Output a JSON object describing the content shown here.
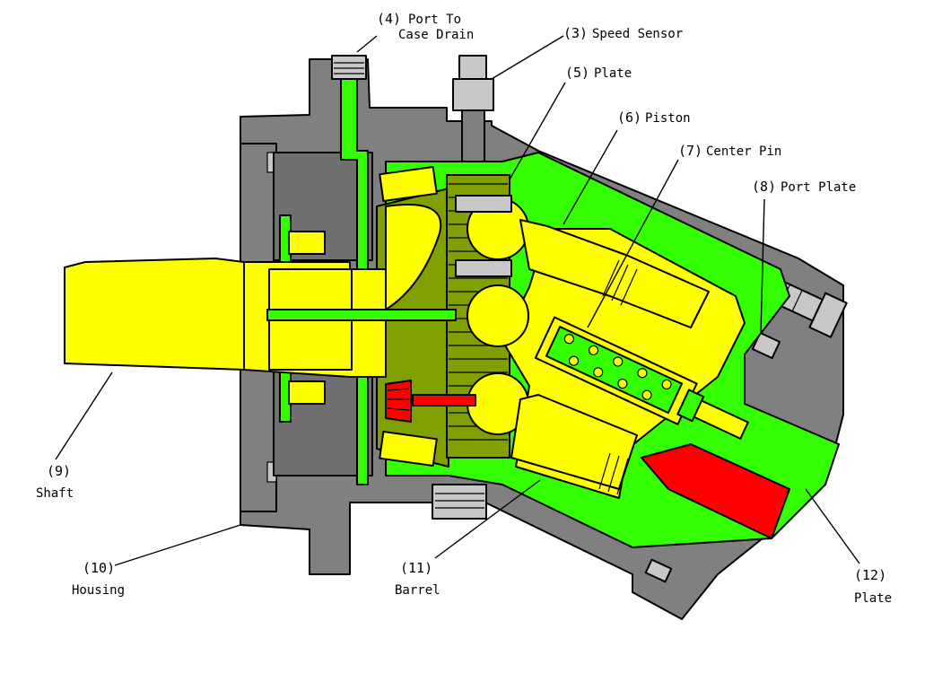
{
  "colors": {
    "housing": "#808080",
    "oil": "#33ff00",
    "olive": "#80a000",
    "part": "#ffff00",
    "pressure": "#ff0000",
    "light": "#c8c8c8"
  },
  "callouts": {
    "c4": {
      "num": "(4)",
      "line1": "Port To",
      "line2": "Case Drain"
    },
    "c3": {
      "num": "(3)",
      "line1": "Speed Sensor"
    },
    "c5": {
      "num": "(5)",
      "line1": "Plate"
    },
    "c6": {
      "num": "(6)",
      "line1": "Piston"
    },
    "c7": {
      "num": "(7)",
      "line1": "Center Pin"
    },
    "c8": {
      "num": "(8)",
      "line1": "Port Plate"
    },
    "c9": {
      "num": "(9)",
      "line1": "Shaft"
    },
    "c10": {
      "num": "(10)",
      "line1": "Housing"
    },
    "c11": {
      "num": "(11)",
      "line1": "Barrel"
    },
    "c12": {
      "num": "(12)",
      "line1": "Plate"
    }
  }
}
